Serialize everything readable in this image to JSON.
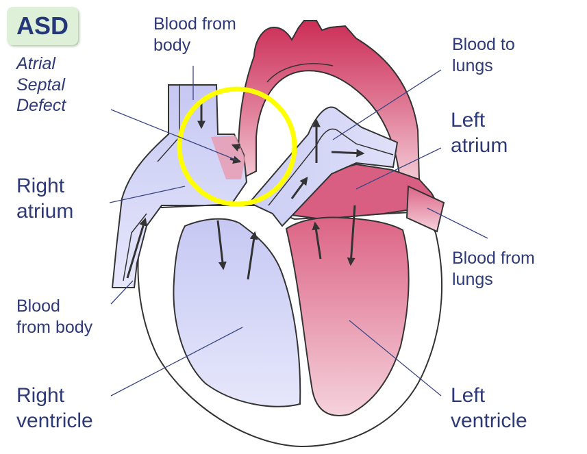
{
  "badge": "ASD",
  "subtitle": [
    "Atrial",
    "Septal",
    "Defect"
  ],
  "labels": {
    "blood_from_body_top": [
      "Blood from",
      "body"
    ],
    "blood_to_lungs": [
      "Blood to",
      "lungs"
    ],
    "left_atrium": [
      "Left",
      "atrium"
    ],
    "right_atrium": [
      "Right",
      "atrium"
    ],
    "blood_from_lungs": [
      "Blood from",
      "lungs"
    ],
    "blood_from_body_bottom": [
      "Blood",
      "from body"
    ],
    "right_ventricle": [
      "Right",
      "ventricle"
    ],
    "left_ventricle": [
      "Left",
      "ventricle"
    ]
  },
  "colors": {
    "label_text": "#2e3a78",
    "badge_bg": "#dff0d8",
    "oxygen_poor": "#c9cbf4",
    "oxygen_rich": "#d63e63",
    "highlight_circle": "#ffff00",
    "leader_line": "#3b4784"
  }
}
